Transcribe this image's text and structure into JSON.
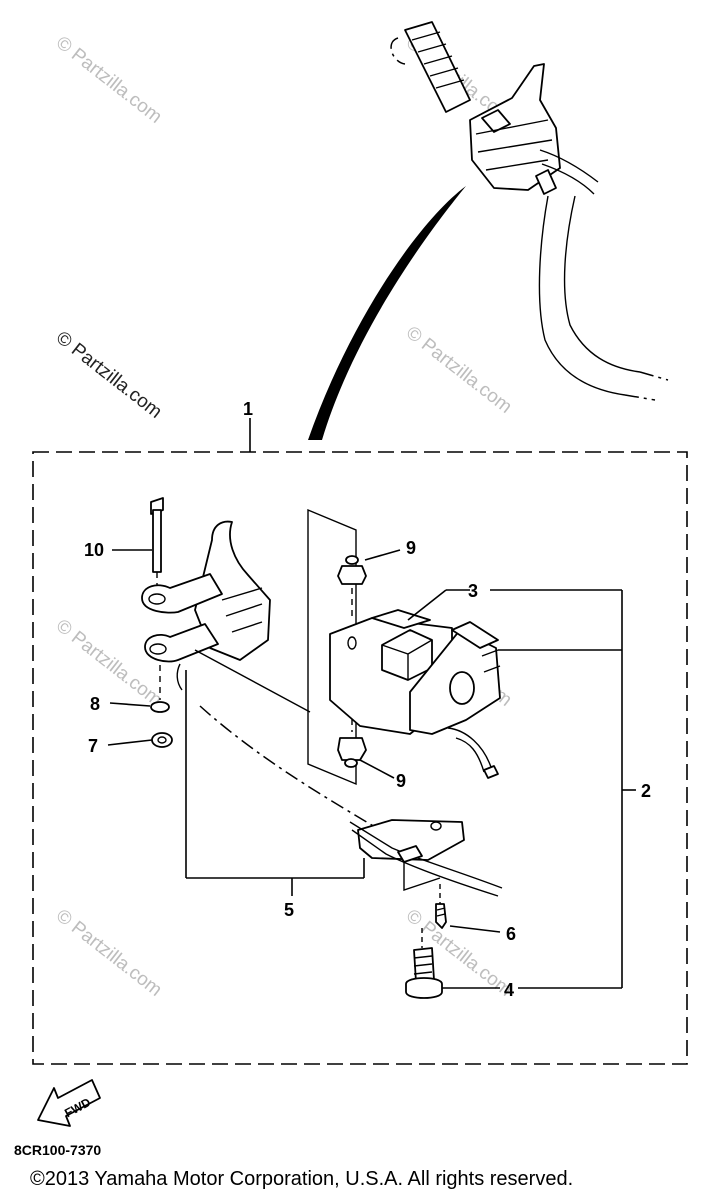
{
  "watermarks": {
    "text": "© Partzilla.com"
  },
  "callouts": {
    "c1": "1",
    "c2": "2",
    "c3": "3",
    "c4": "4",
    "c5": "5",
    "c6": "6",
    "c7": "7",
    "c8": "8",
    "c9a": "9",
    "c9b": "9",
    "c10": "10"
  },
  "fwd_label": "FWD",
  "diagram_code": "8CR100-7370",
  "copyright": "©2013  Yamaha Motor Corporation, U.S.A. All rights reserved.",
  "colors": {
    "line": "#000000",
    "watermark": "#bdbdbd",
    "background": "#ffffff"
  }
}
